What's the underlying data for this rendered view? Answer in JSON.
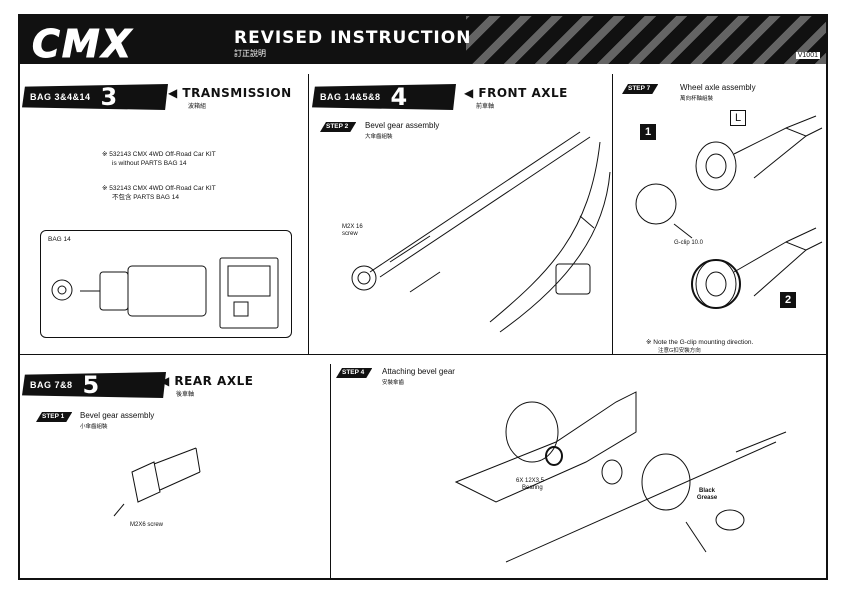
{
  "header": {
    "logo": "CMX",
    "title": "REVISED INSTRUCTION",
    "subtitle": "訂正說明",
    "version": "V1001"
  },
  "sections": {
    "transmission": {
      "bag": "BAG 3&4&14",
      "number": "3",
      "title": "TRANSMISSION",
      "subtitle": "波箱組",
      "note1_line1": "※ 532143 CMX 4WD Off-Road Car KIT",
      "note1_line2": "is without PARTS BAG 14",
      "note2_line1": "※ 532143 CMX 4WD Off-Road Car KIT",
      "note2_line2": "不包含 PARTS BAG 14",
      "bag_box_label": "BAG 14"
    },
    "front_axle": {
      "bag": "BAG 14&5&8",
      "number": "4",
      "title": "FRONT AXLE",
      "subtitle": "前車軸",
      "step_label": "STEP 2",
      "step_title": "Bevel gear assembly",
      "step_sub": "大傘齒組裝",
      "screw_label": "M2X 16",
      "screw_sub": "screw"
    },
    "wheel_axle": {
      "step_label": "STEP 7",
      "step_title": "Wheel axle assembly",
      "step_sub": "萬向杯軸組裝",
      "box1": "1",
      "box2": "2",
      "boxL": "L",
      "gclip_label": "G-clip 10.0",
      "note": "※ Note the G-clip mounting direction.",
      "note_sub": "注意G扣安裝方向"
    },
    "rear_axle": {
      "bag": "BAG 7&8",
      "number": "5",
      "title": "REAR AXLE",
      "subtitle": "後車軸",
      "step_label": "STEP 1",
      "step_title": "Bevel gear assembly",
      "step_sub": "小傘齒組裝",
      "screw_label": "M2X6 screw"
    },
    "bevel": {
      "step_label": "STEP 4",
      "step_title": "Attaching bevel gear",
      "step_sub": "安裝傘齒",
      "bearing_label": "6X 12X3.5",
      "bearing_sub": "Bearing",
      "grease_label": "Black Grease"
    }
  }
}
